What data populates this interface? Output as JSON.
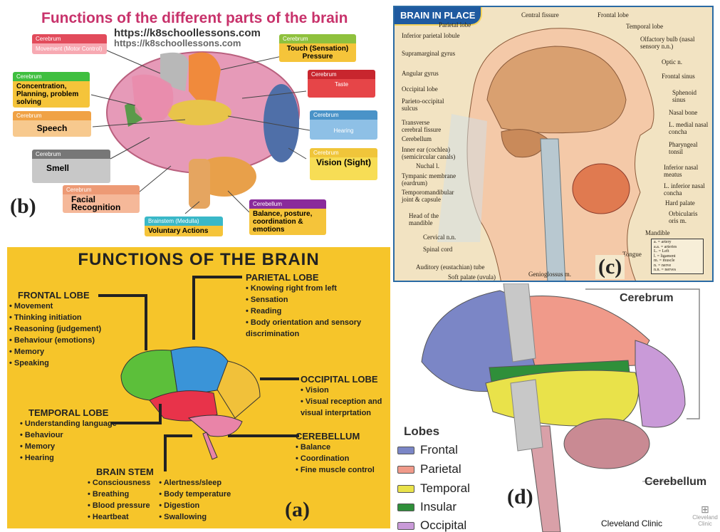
{
  "panel_b": {
    "title": "Functions of the different parts of the brain",
    "url1": "https://k8schoollessons.com",
    "url2": "https://k8schoollessons.com",
    "label": "(b)",
    "boxes": [
      {
        "head": "Cerebrum",
        "text": "Movement (Motor Control)",
        "head_color": "#e24b5b",
        "body_color": "#f7a9b2"
      },
      {
        "head": "Cerebrum",
        "text": "Touch (Sensation) Pressure",
        "head_color": "#8fc13d",
        "body_color": "#f5c43a"
      },
      {
        "head": "Cerebrum",
        "text": "Concentration, Planning, problem solving",
        "head_color": "#3fbf3f",
        "body_color": "#f5c43a"
      },
      {
        "head": "Cerebrum",
        "text": "Taste",
        "head_color": "#c8262e",
        "body_color": "#e64548"
      },
      {
        "head": "Cerebrum",
        "text": "Speech",
        "head_color": "#f0a245",
        "body_color": "#f7c98e"
      },
      {
        "head": "Cerebrum",
        "text": "Hearing",
        "head_color": "#4a93c8",
        "body_color": "#8ec0e6"
      },
      {
        "head": "Cerebrum",
        "text": "Smell",
        "head_color": "#777777",
        "body_color": "#c8c8c8"
      },
      {
        "head": "Cerebrum",
        "text": "Vision (Sight)",
        "head_color": "#f0c53a",
        "body_color": "#f7dd55"
      },
      {
        "head": "Cerebrum",
        "text": "Facial Recognition",
        "head_color": "#ed9a75",
        "body_color": "#f5b899"
      },
      {
        "head": "Brainstem (Medulla)",
        "text": "Voluntary Actions",
        "head_color": "#3ab8c8",
        "body_color": "#f5c43a"
      },
      {
        "head": "Cerebellum",
        "text": "Balance, posture, coordination & emotions",
        "head_color": "#8a2b9b",
        "body_color": "#f5c43a"
      }
    ]
  },
  "panel_a": {
    "title": "FUNCTIONS OF THE BRAIN",
    "label": "(a)",
    "frontal": {
      "head": "FRONTAL LOBE",
      "items": [
        "Movement",
        "Thinking initiation",
        "Reasoning (judgement)",
        "Behaviour (emotions)",
        "Memory",
        "Speaking"
      ]
    },
    "parietal": {
      "head": "PARIETAL LOBE",
      "items": [
        "Knowing right from left",
        "Sensation",
        "Reading",
        "Body orientation and sensory discrimination"
      ]
    },
    "occipital": {
      "head": "OCCIPITAL LOBE",
      "items": [
        "Vision",
        "Visual reception and visual interprtation"
      ]
    },
    "temporal": {
      "head": "TEMPORAL LOBE",
      "items": [
        "Understanding language",
        "Behaviour",
        "Memory",
        "Hearing"
      ]
    },
    "cerebellum": {
      "head": "CEREBELLUM",
      "items": [
        "Balance",
        "Coordination",
        "Fine muscle control"
      ]
    },
    "brainstem": {
      "head": "BRAIN STEM",
      "items_left": [
        "Consciousness",
        "Breathing",
        "Blood pressure",
        "Heartbeat"
      ],
      "items_right": [
        "Alertness/sleep",
        "Body temperature",
        "Digestion",
        "Swallowing"
      ]
    }
  },
  "panel_c": {
    "banner": "BRAIN IN PLACE",
    "label": "(c)",
    "left_labels": [
      "Parietal lobe",
      "Inferior parietal lobule",
      "Supramarginal gyrus",
      "Angular gyrus",
      "Occipital lobe",
      "Parieto-occipital sulcus",
      "Transverse cerebral fissure",
      "Cerebellum",
      "Inner ear (cochlea) (semicircular canals)",
      "Nuchal l.",
      "Tympanic membrane (eardrum)",
      "Temporomandibular joint & capsule",
      "Head of the mandible",
      "Cervical n.n.",
      "Spinal cord"
    ],
    "top_labels": [
      "Central fissure",
      "Frontal lobe",
      "Temporal lobe"
    ],
    "right_labels": [
      "Olfactory bulb (nasal sensory n.n.)",
      "Optic n.",
      "Frontal sinus",
      "Sphenoid sinus",
      "Nasal bone",
      "L. medial nasal concha",
      "Pharyngeal tonsil",
      "Inferior nasal meatus",
      "L. inferior nasal concha",
      "Hard palate",
      "Orbicularis oris m.",
      "Mandible",
      "Tongue"
    ],
    "bottom_labels": [
      "Auditory (eustachian) tube",
      "Soft palate (uvula)",
      "Genioglossus m."
    ],
    "key": [
      "a. = artery",
      "a.a. = arteries",
      "L. = Left",
      "l. = ligament",
      "m. = muscle",
      "n. = nerve",
      "n.n. = nerves"
    ]
  },
  "panel_d": {
    "label": "(d)",
    "cerebrum": "Cerebrum",
    "cerebellum": "Cerebellum",
    "credit": "Cleveland Clinic",
    "logo_text": "Cleveland Clinic",
    "legend_title": "Lobes",
    "legend": [
      {
        "name": "Frontal",
        "color": "#7b86c6"
      },
      {
        "name": "Parietal",
        "color": "#f09a8a"
      },
      {
        "name": "Temporal",
        "color": "#e9e24a"
      },
      {
        "name": "Insular",
        "color": "#2f8f3a"
      },
      {
        "name": "Occipital",
        "color": "#c99ad8"
      }
    ]
  }
}
